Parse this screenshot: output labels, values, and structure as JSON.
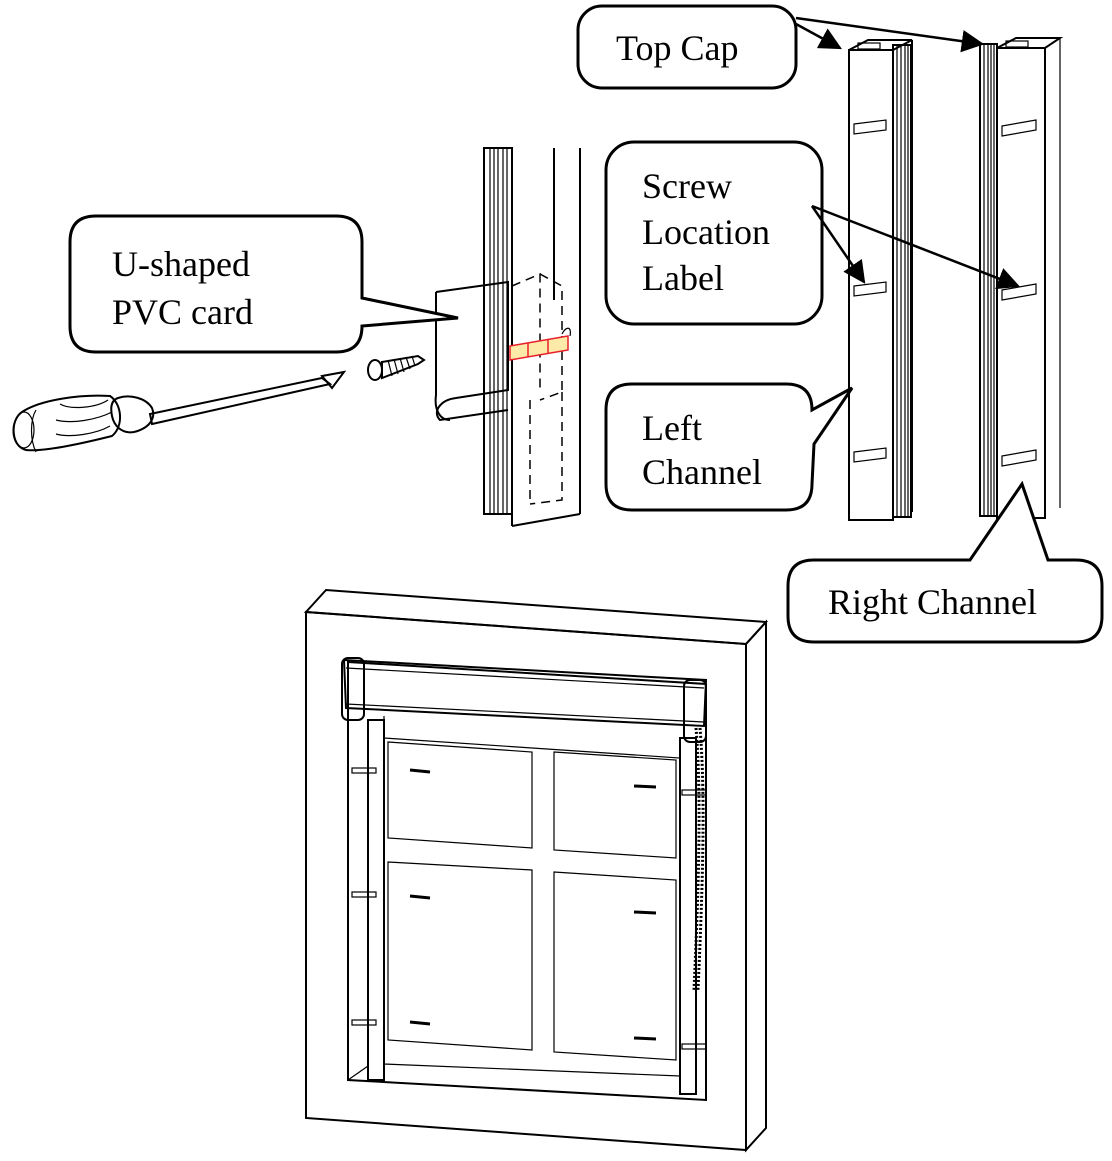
{
  "callouts": {
    "top_cap": "Top Cap",
    "screw_label": [
      "Screw",
      "Location",
      "Label"
    ],
    "u_card": [
      "U-shaped",
      "PVC card"
    ],
    "left_channel": [
      "Left",
      "Channel"
    ],
    "right_channel": "Right Channel"
  },
  "colors": {
    "label_fill": "#fde9a8",
    "label_edge": "#e8202a",
    "line": "#000000",
    "background": "#ffffff"
  },
  "icons": [
    "screwdriver",
    "screw",
    "window-blind"
  ]
}
